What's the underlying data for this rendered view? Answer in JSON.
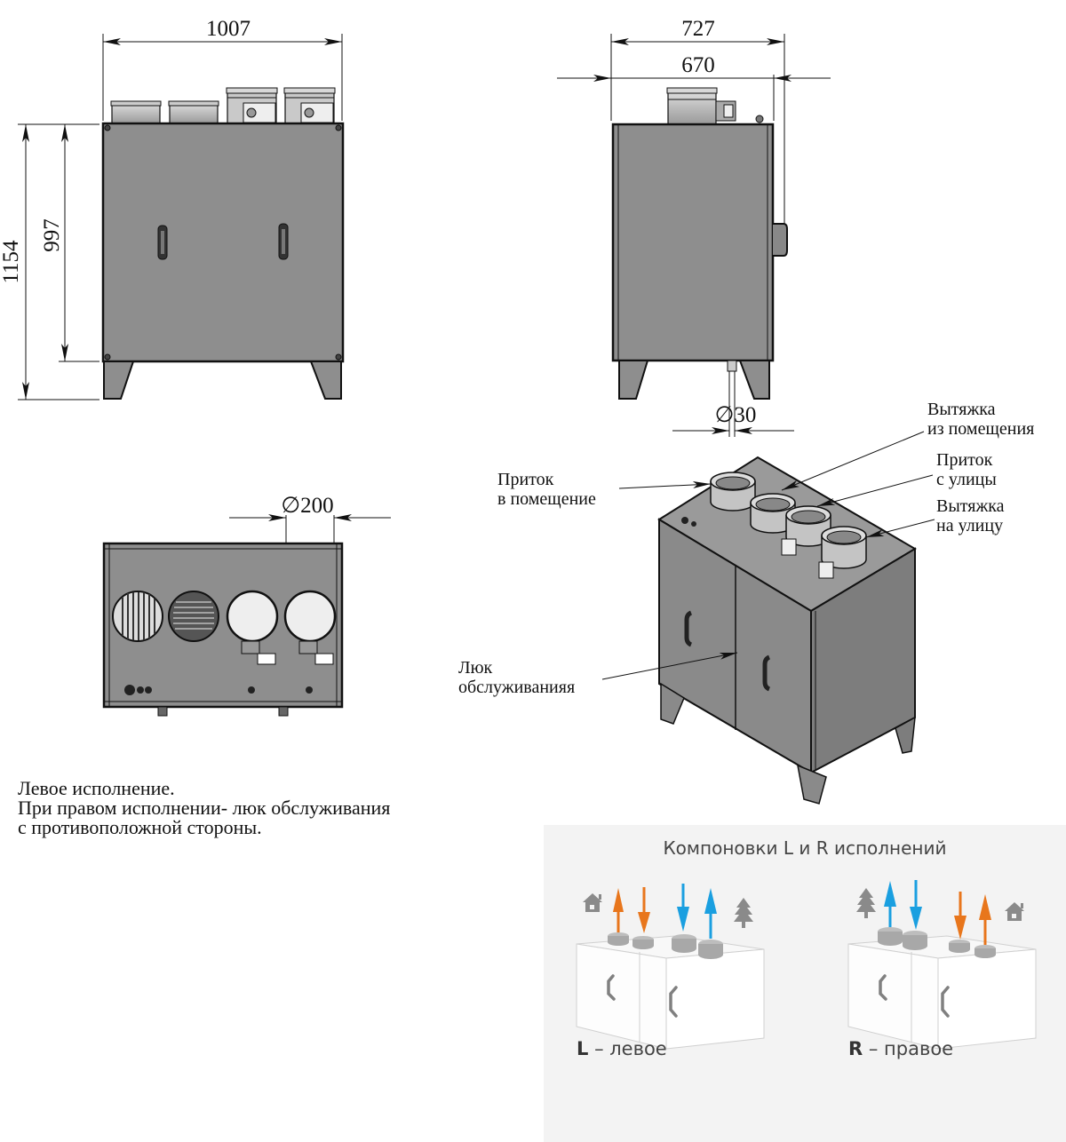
{
  "front_view": {
    "width_dim": "1007",
    "height_total_dim": "1154",
    "height_body_dim": "997"
  },
  "side_view": {
    "depth_outer_dim": "727",
    "depth_body_dim": "670",
    "drain_dim": "∅30"
  },
  "top_view": {
    "duct_diameter_dim": "∅200"
  },
  "iso_view": {
    "labels": {
      "supply_to_room": [
        "Приток",
        "в помещение"
      ],
      "exhaust_from_room": [
        "Вытяжка",
        "из помещения"
      ],
      "supply_from_street": [
        "Приток",
        "с улицы"
      ],
      "exhaust_to_street": [
        "Вытяжка",
        "на улицу"
      ],
      "service_hatch": [
        "Люк",
        "обслуживанияя"
      ]
    }
  },
  "note": {
    "lines": [
      "Левое исполнение.",
      "При правом исполнении- люк обслуживания",
      "с противоположной стороны."
    ]
  },
  "layouts_panel": {
    "title": "Компоновки L и R исполнений",
    "left": {
      "letter": "L",
      "caption": " – левое",
      "icons": [
        "house-icon",
        "tree-icon"
      ]
    },
    "right": {
      "letter": "R",
      "caption": " – правое",
      "icons": [
        "tree-icon",
        "house-icon"
      ]
    },
    "colors": {
      "warm_arrow": "#e8761c",
      "cold_arrow": "#1a9fe0",
      "icon_gray": "#8a8a8a"
    }
  }
}
